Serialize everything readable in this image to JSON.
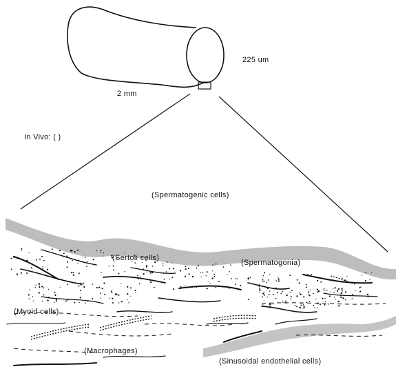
{
  "labels": {
    "diameter": "225 um",
    "length": "2 mm",
    "in_vivo": "In Vivo: (  )",
    "spermatogenic": "(Spermatogenic cells)",
    "sertoli": "(Sertoli cells)",
    "spermatogonia": "(Spermatogonia)",
    "myoid": "(Myoid cells)",
    "macrophages": "(Macrophages)",
    "sinusoidal": "(Sinusoidal endothelial cells)"
  },
  "colors": {
    "ink": "#111111",
    "epithelium_band": "#bdbdbd",
    "endothelial_band": "#c4c4c4"
  }
}
